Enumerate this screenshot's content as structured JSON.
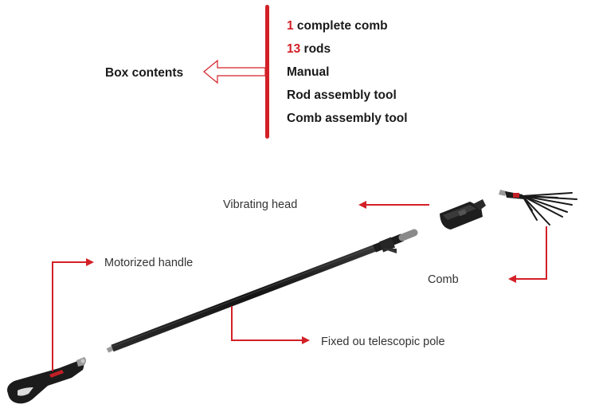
{
  "box_contents": {
    "title": "Box contents",
    "items": [
      {
        "number": "1",
        "text": " complete comb"
      },
      {
        "number": "13",
        "text": " rods"
      },
      {
        "number": "",
        "text": "Manual"
      },
      {
        "number": "",
        "text": "Rod assembly tool"
      },
      {
        "number": "",
        "text": "Comb assembly tool"
      }
    ]
  },
  "parts": {
    "vibrating_head": "Vibrating head",
    "motorized_handle": "Motorized handle",
    "comb": "Comb",
    "pole": "Fixed ou telescopic pole"
  },
  "colors": {
    "accent": "#d32027",
    "text": "#1a1a1a",
    "product": "#1c1c1c"
  }
}
